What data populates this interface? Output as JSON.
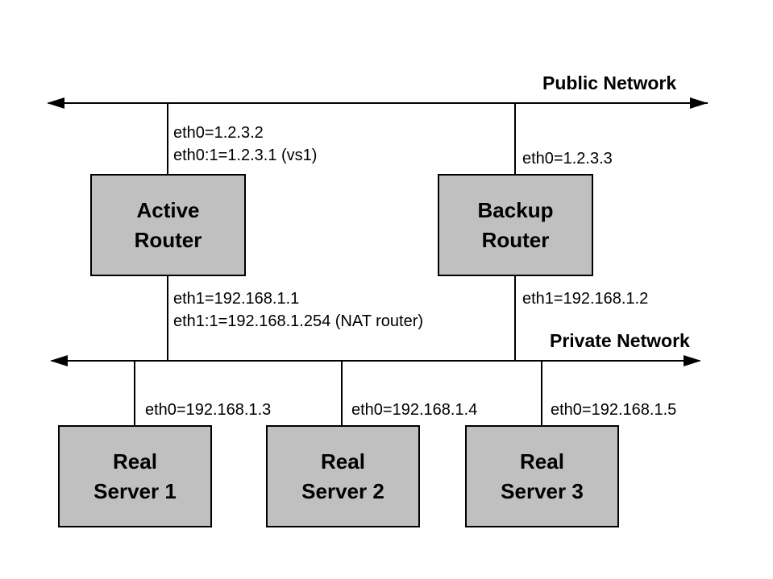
{
  "diagram": {
    "public_network_label": "Public Network",
    "private_network_label": "Private Network",
    "nodes": [
      {
        "id": "active-router",
        "label_line1": "Active",
        "label_line2": "Router"
      },
      {
        "id": "backup-router",
        "label_line1": "Backup",
        "label_line2": "Router"
      },
      {
        "id": "real-server-1",
        "label_line1": "Real",
        "label_line2": "Server 1"
      },
      {
        "id": "real-server-2",
        "label_line1": "Real",
        "label_line2": "Server 2"
      },
      {
        "id": "real-server-3",
        "label_line1": "Real",
        "label_line2": "Server 3"
      }
    ],
    "annotations": {
      "active_eth0_line1": "eth0=1.2.3.2",
      "active_eth0_line2": "eth0:1=1.2.3.1 (vs1)",
      "backup_eth0": "eth0=1.2.3.3",
      "active_eth1_line1": "eth1=192.168.1.1",
      "active_eth1_line2": "eth1:1=192.168.1.254 (NAT router)",
      "backup_eth1": "eth1=192.168.1.2",
      "server1_eth0": "eth0=192.168.1.3",
      "server2_eth0": "eth0=192.168.1.4",
      "server3_eth0": "eth0=192.168.1.5"
    },
    "colors": {
      "box_fill": "#c0c0c0",
      "line": "#000000",
      "background": "#ffffff"
    }
  }
}
